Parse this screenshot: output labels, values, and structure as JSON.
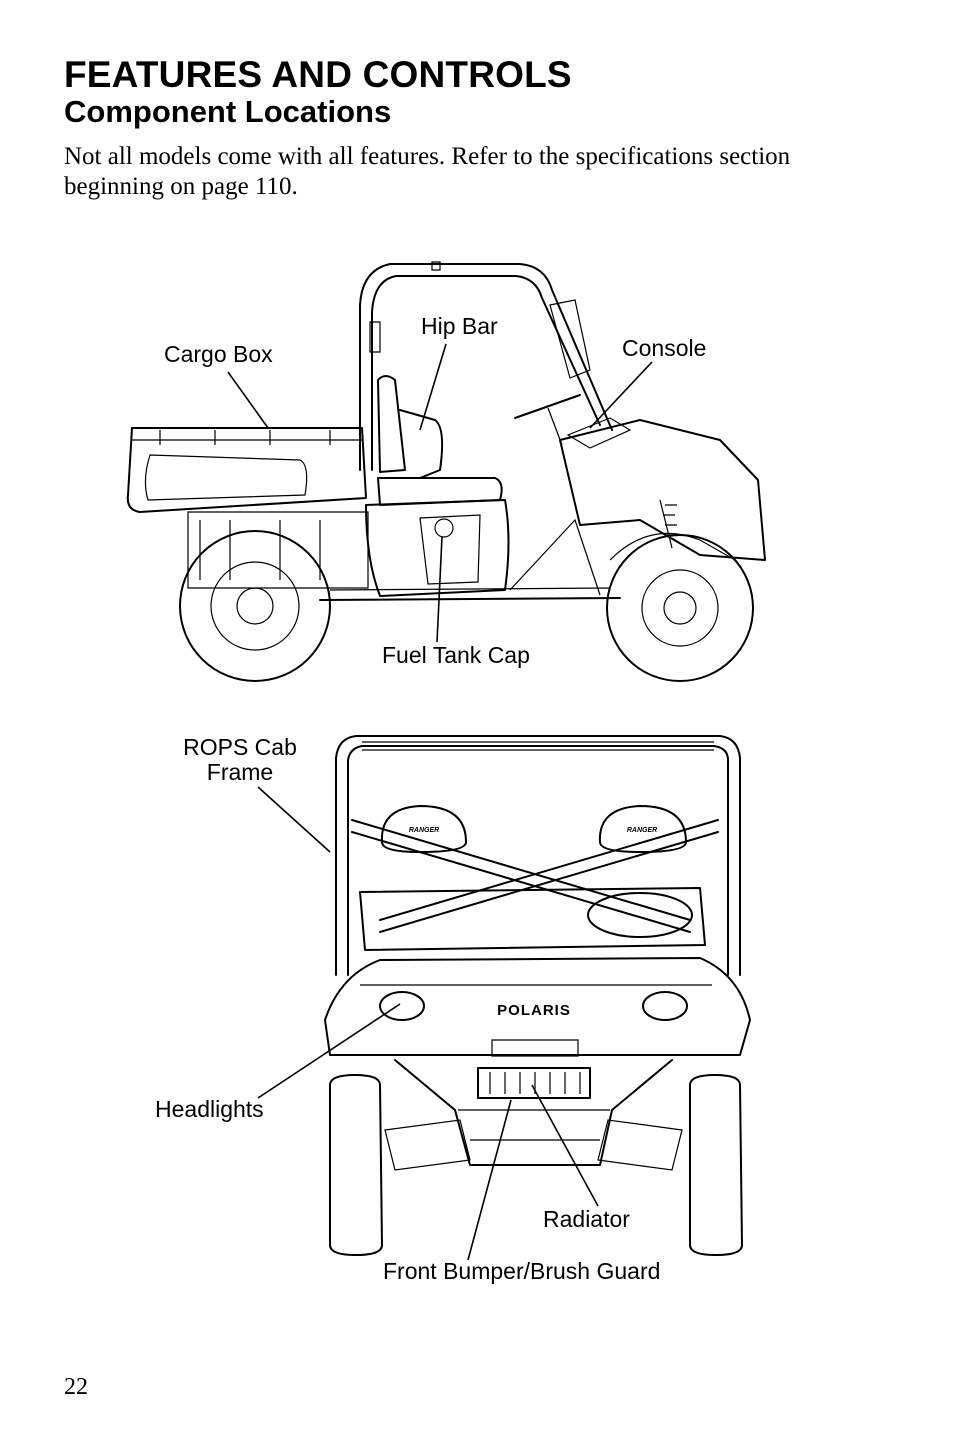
{
  "header": {
    "title": "FEATURES AND CONTROLS",
    "subtitle": "Component Locations",
    "intro": "Not all models come with all features. Refer to the specifications section beginning on page 110."
  },
  "side_view": {
    "labels": {
      "cargo_box": "Cargo Box",
      "hip_bar": "Hip Bar",
      "console": "Console",
      "fuel_tank_cap": "Fuel Tank Cap"
    }
  },
  "front_view": {
    "labels": {
      "rops_line1": "ROPS Cab",
      "rops_line2": "Frame",
      "headlights": "Headlights",
      "radiator": "Radiator",
      "front_bumper": "Front Bumper/Brush Guard"
    },
    "brand": "POLARIS",
    "seat_badge": "RANGER"
  },
  "footer": {
    "page_number": "22"
  }
}
